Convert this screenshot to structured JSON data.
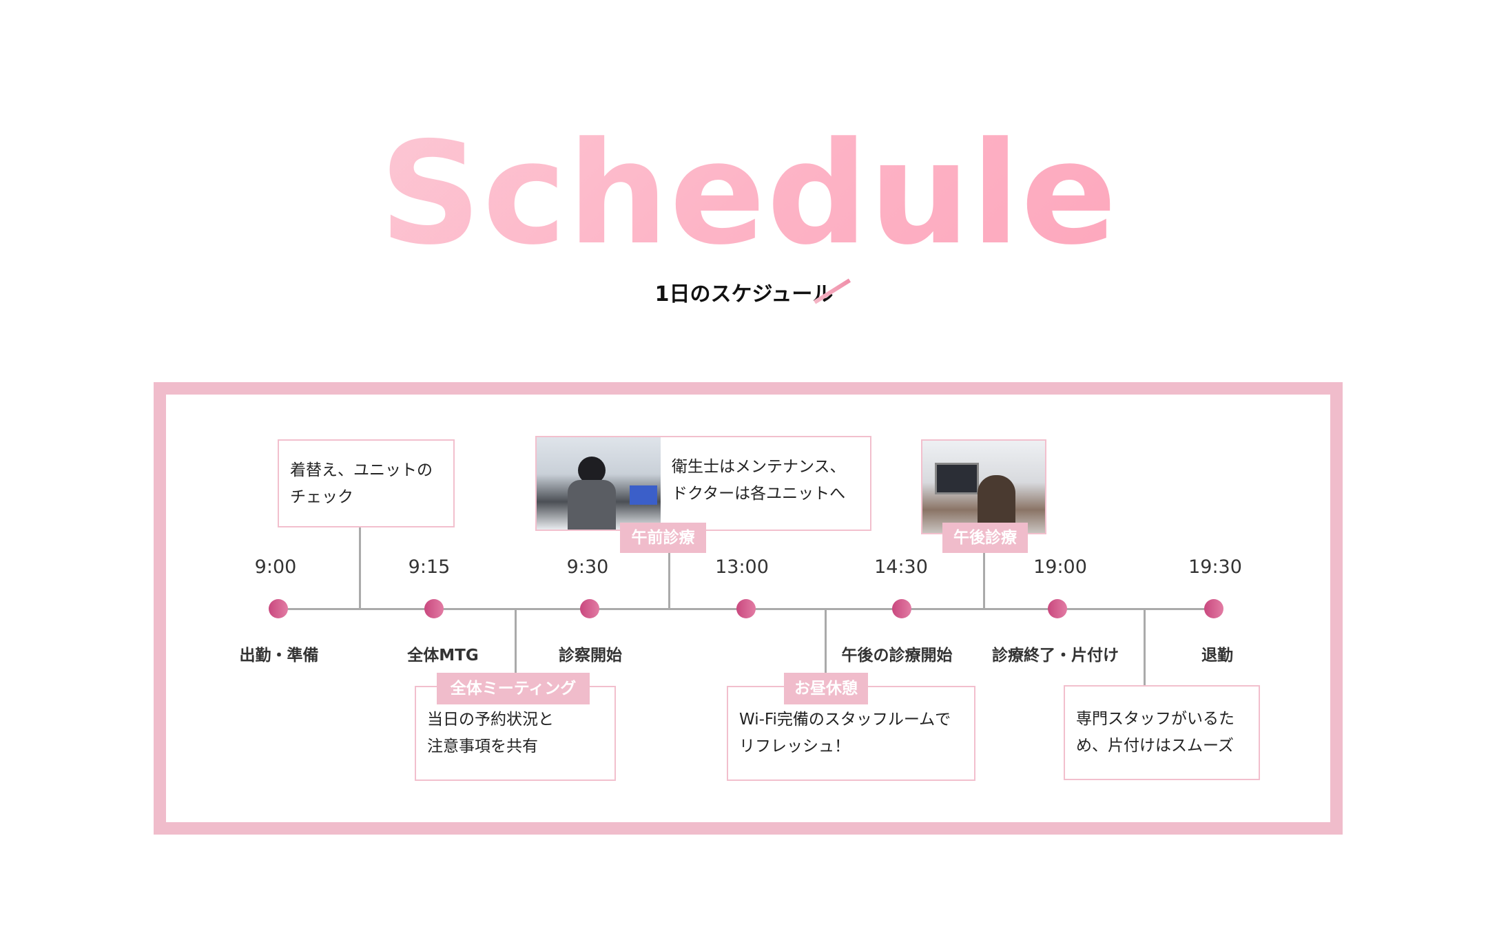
{
  "header": {
    "title": "Schedule",
    "subtitle": "1日のスケジュール"
  },
  "timeline": [
    {
      "time": "9:00",
      "label": "出勤・準備"
    },
    {
      "time": "9:15",
      "label": "全体MTG"
    },
    {
      "time": "9:30",
      "label": "診察開始"
    },
    {
      "time": "13:00",
      "label": ""
    },
    {
      "time": "14:30",
      "label": "午後の診療開始"
    },
    {
      "time": "19:00",
      "label": "診療終了・片付け"
    },
    {
      "time": "19:30",
      "label": "退勤"
    }
  ],
  "cards": {
    "change": {
      "text": "着替え、ユニットの\nチェック"
    },
    "morning": {
      "tag": "午前診療",
      "text": "衛生士はメンテナンス、\nドクターは各ユニットへ"
    },
    "afternoon": {
      "tag": "午後診療"
    },
    "meeting": {
      "tag": "全体ミーティング",
      "text": "当日の予約状況と\n注意事項を共有"
    },
    "lunch": {
      "tag": "お昼休憩",
      "text": "Wi-Fi完備のスタッフルームで\nリフレッシュ！"
    },
    "cleanup": {
      "text": "専門スタッフがいるた\nめ、片付けはスムーズ"
    }
  },
  "colors": {
    "accent": "#f0bccb",
    "dot": "#c9487e",
    "line": "#aaaaaa"
  }
}
